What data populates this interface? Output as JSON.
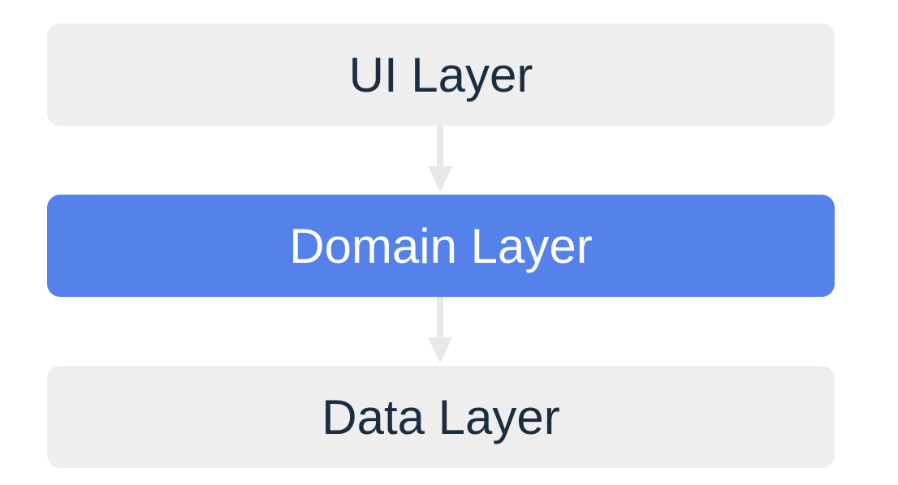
{
  "diagram": {
    "layers": [
      {
        "label": "UI Layer",
        "highlighted": false
      },
      {
        "label": "Domain Layer",
        "highlighted": true
      },
      {
        "label": "Data Layer",
        "highlighted": false
      }
    ],
    "colors": {
      "neutral_box": "#eeeeee",
      "neutral_text": "#1a2e3f",
      "highlight_box": "#5482ea",
      "highlight_text": "#ffffff",
      "arrow": "#e8e8e8"
    }
  }
}
